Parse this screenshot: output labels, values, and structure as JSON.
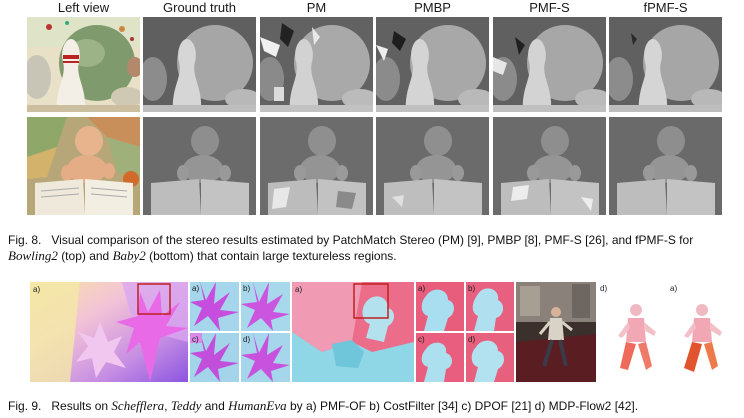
{
  "fig8": {
    "headers": [
      "Left view",
      "Ground truth",
      "PM",
      "PMBP",
      "PMF-S",
      "fPMF-S"
    ],
    "caption": {
      "label": "Fig. 8.",
      "text_a": "Visual comparison of the stereo results estimated by PatchMatch Stereo (PM) [9], PMBP [8], PMF-S [26], and fPMF-S for",
      "italic_1": "Bowling2",
      "text_b": "(top) and",
      "italic_2": "Baby2",
      "text_c": "(bottom) that contain large textureless regions."
    }
  },
  "fig9": {
    "sublabels": {
      "a": "a)",
      "b": "b)",
      "c": "c)",
      "d": "d)"
    },
    "caption": {
      "label": "Fig. 9.",
      "text_a": "Results on",
      "italic_1": "Schefflera",
      "sep": ",",
      "italic_2": "Teddy",
      "and": "and",
      "italic_3": "HumanEva",
      "text_b": "by a) PMF-OF b) CostFilter [34] c) DPOF [21] d) MDP-Flow2 [42]."
    }
  }
}
